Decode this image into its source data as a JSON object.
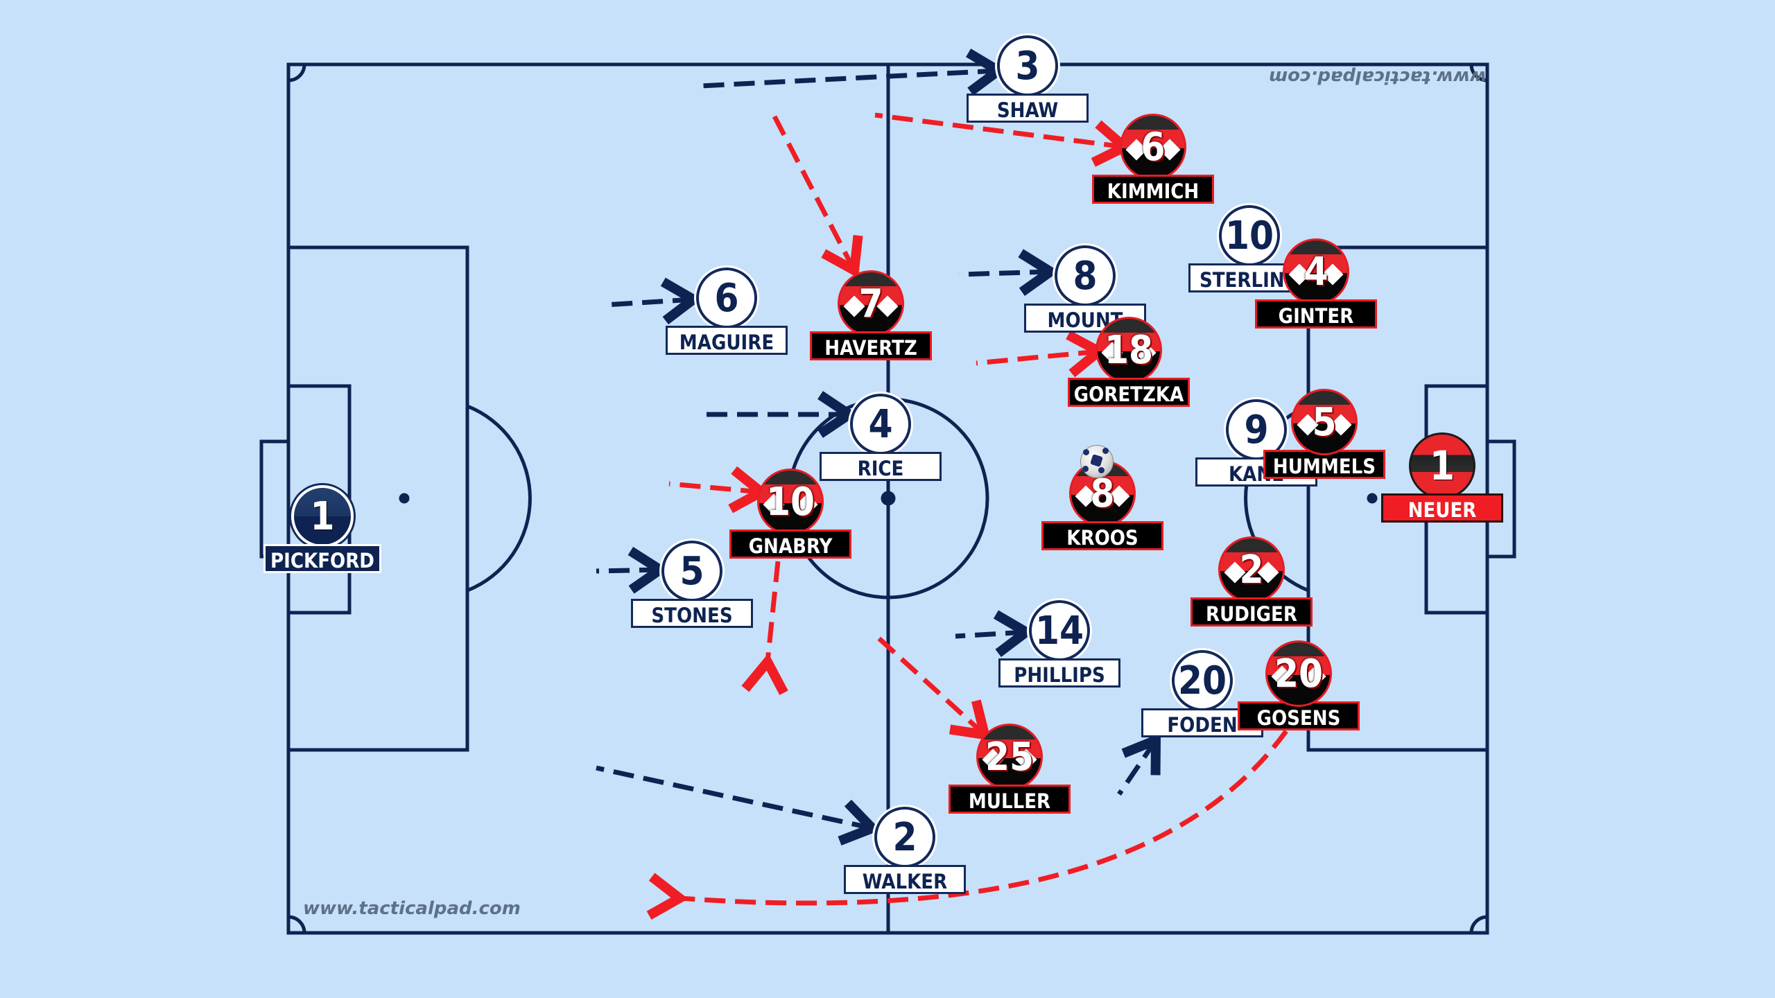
{
  "watermarks": {
    "top": "www.tacticalpad.com",
    "bottom": "www.tacticalpad.com"
  },
  "colors": {
    "background": "#c6e1f9",
    "pitch_lines": "#0e2352",
    "england_run": "#0e2352",
    "germany_run": "#f01d24",
    "germany_primary": "#e8262c",
    "germany_secondary": "#000000"
  },
  "teams": {
    "england": {
      "players": [
        {
          "number": "1",
          "name": "PICKFORD",
          "role": "goalkeeper"
        },
        {
          "number": "3",
          "name": "SHAW"
        },
        {
          "number": "6",
          "name": "MAGUIRE"
        },
        {
          "number": "4",
          "name": "RICE"
        },
        {
          "number": "5",
          "name": "STONES"
        },
        {
          "number": "2",
          "name": "WALKER"
        },
        {
          "number": "8",
          "name": "MOUNT"
        },
        {
          "number": "14",
          "name": "PHILLIPS"
        },
        {
          "number": "10",
          "name": "STERLING"
        },
        {
          "number": "9",
          "name": "KANE"
        },
        {
          "number": "20",
          "name": "FODEN"
        }
      ]
    },
    "germany": {
      "players": [
        {
          "number": "1",
          "name": "NEUER",
          "role": "goalkeeper"
        },
        {
          "number": "6",
          "name": "KIMMICH"
        },
        {
          "number": "4",
          "name": "GINTER"
        },
        {
          "number": "5",
          "name": "HUMMELS"
        },
        {
          "number": "2",
          "name": "RUDIGER"
        },
        {
          "number": "20",
          "name": "GOSENS"
        },
        {
          "number": "18",
          "name": "GORETZKA"
        },
        {
          "number": "8",
          "name": "KROOS",
          "has_ball": true
        },
        {
          "number": "7",
          "name": "HAVERTZ"
        },
        {
          "number": "10",
          "name": "GNABRY"
        },
        {
          "number": "25",
          "name": "MULLER"
        }
      ]
    }
  }
}
